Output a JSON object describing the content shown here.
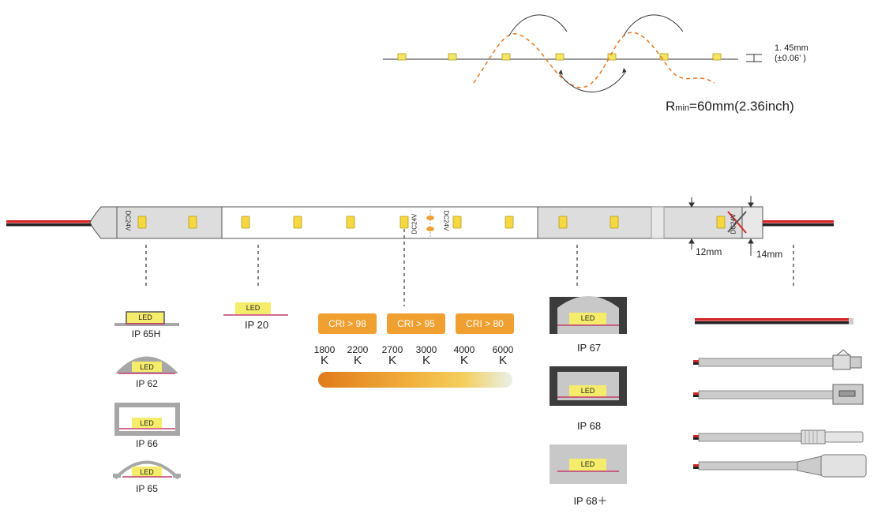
{
  "bend": {
    "radius_prefix": "R",
    "radius_sub": "min",
    "radius_value": "=60mm(2.36inch)",
    "thickness": "1. 45mm",
    "tolerance": "(±0.06’ )"
  },
  "strip": {
    "voltage": "DC24V",
    "width_label": "12mm",
    "width_sealed_label": "14mm"
  },
  "led_label": "LED",
  "ip_ratings": {
    "ip65h": "IP 65H",
    "ip62": "IP 62",
    "ip66": "IP 66",
    "ip65": "IP 65",
    "ip20": "IP 20",
    "ip67": "IP 67",
    "ip68": "IP 68",
    "ip68plus": "IP 68＋"
  },
  "cri_options": [
    "CRI > 98",
    "CRI > 95",
    "CRI > 80"
  ],
  "cct_values": [
    "1800",
    "2200",
    "2700",
    "3000",
    "4000",
    "6000"
  ],
  "cct_unit": "K",
  "colors": {
    "accent": "#f0a030",
    "led": "#f5e663",
    "pcb": "#c33b6b",
    "wire_red": "#d62728",
    "wire_black": "#222222",
    "gradient_start": "#e07b1a",
    "gradient_end": "#e8f1ea"
  }
}
